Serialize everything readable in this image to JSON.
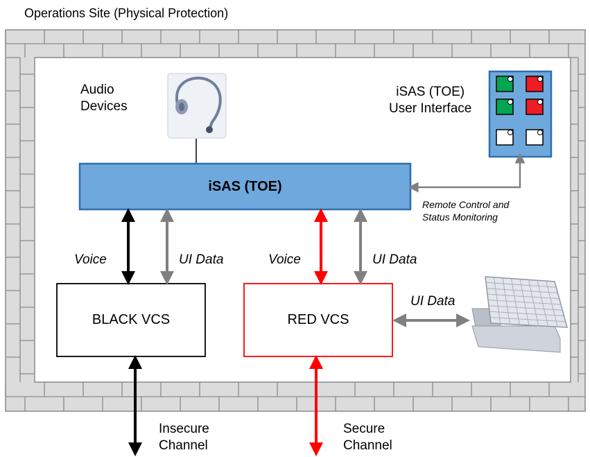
{
  "site_label": "Operations Site (Physical Protection)",
  "audio": {
    "line1": "Audio",
    "line2": "Devices"
  },
  "ui": {
    "line1": "iSAS (TOE)",
    "line2": "User Interface"
  },
  "isas": {
    "label": "iSAS (TOE)"
  },
  "remote": {
    "line1": "Remote Control and",
    "line2": "Status Monitoring"
  },
  "black_voice": "Voice",
  "black_uidata": "UI Data",
  "red_voice": "Voice",
  "red_uidata": "UI Data",
  "panel_uidata": "UI Data",
  "black_vcs": "BLACK VCS",
  "red_vcs": "RED VCS",
  "insecure": {
    "line1": "Insecure",
    "line2": "Channel"
  },
  "secure": {
    "line1": "Secure",
    "line2": "Channel"
  },
  "colors": {
    "wall_fill": "#dcdcdc",
    "wall_line": "#8a8a8a",
    "isas_fill": "#6fa8dc",
    "isas_border": "#2f6fb0",
    "panel_fill": "#6fa8dc",
    "red": "#ff0000",
    "gray": "#808080",
    "black": "#000000",
    "key_green": "#00a650",
    "key_red": "#ee1c25"
  }
}
